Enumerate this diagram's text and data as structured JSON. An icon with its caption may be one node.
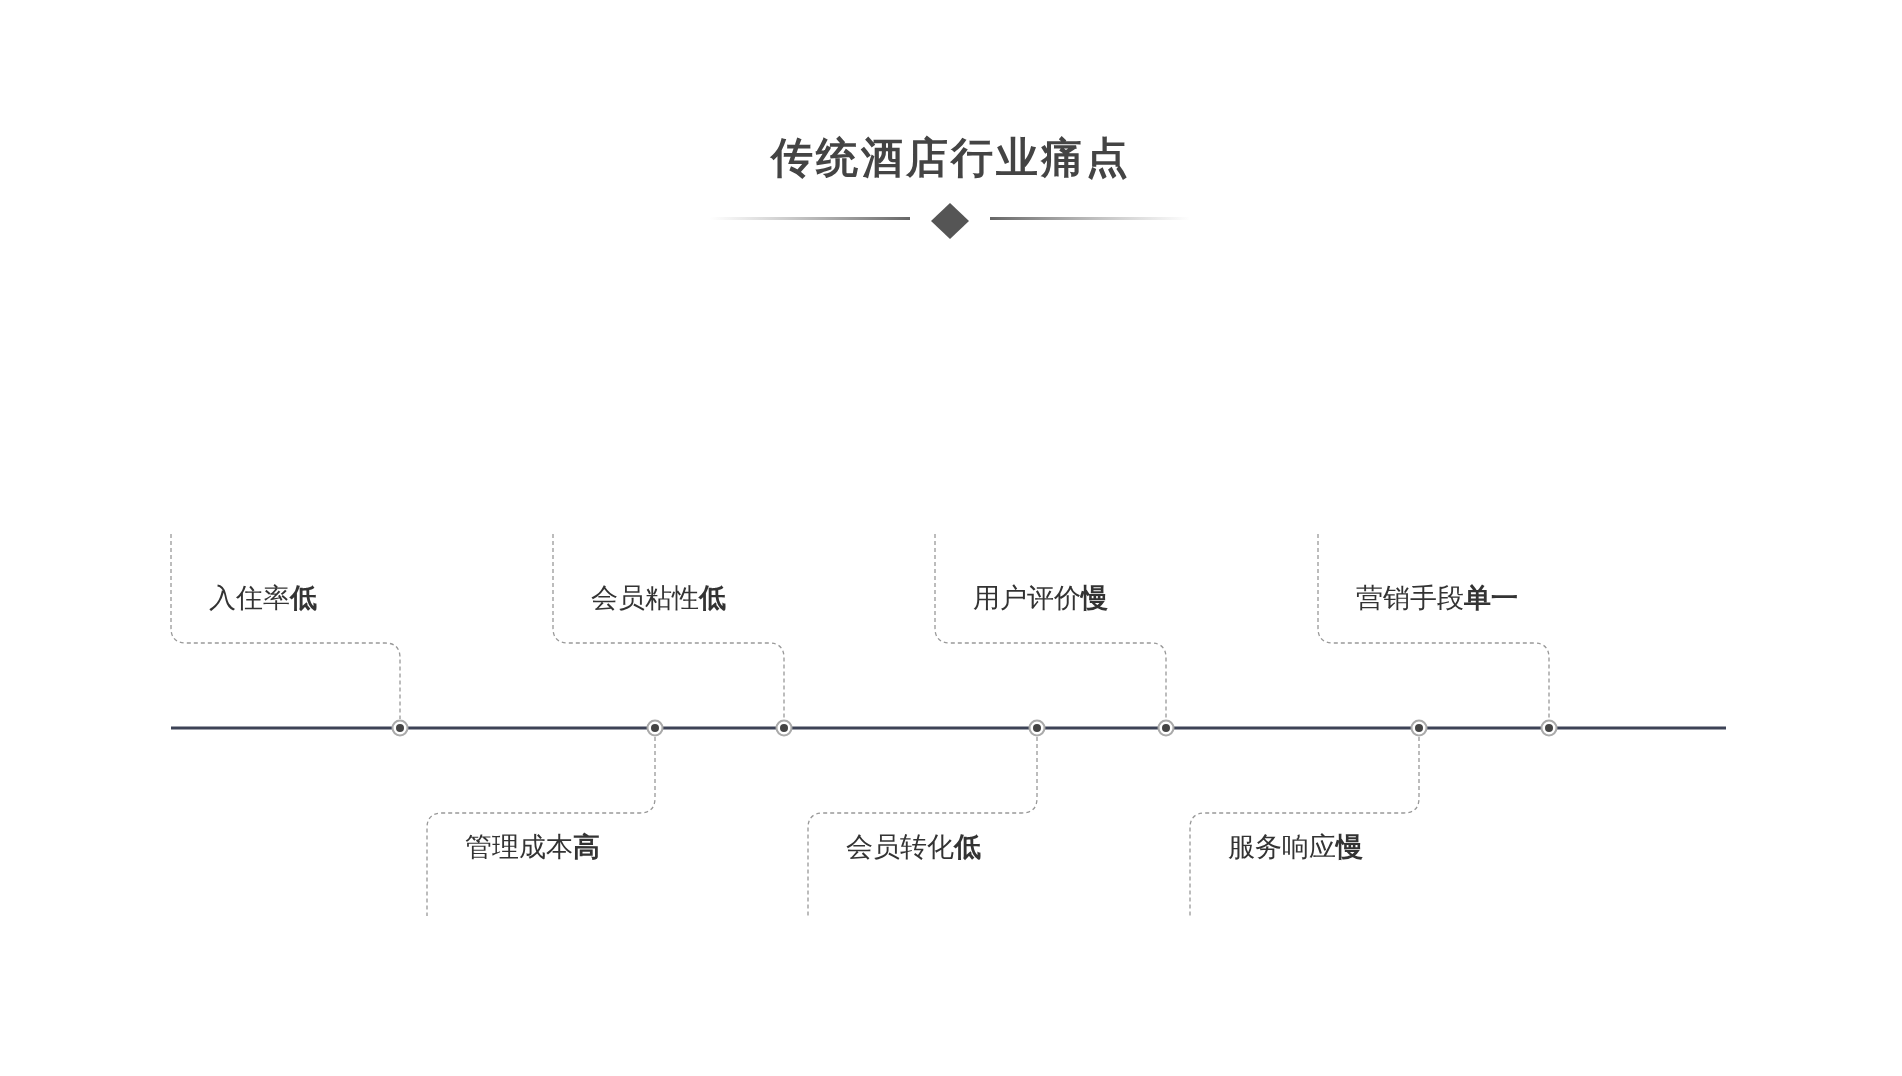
{
  "diagram": {
    "title": "传统酒店行业痛点",
    "nodes": [
      {
        "text": [
          "入住率**低**"
        ]
      },
      {
        "text": [
          "管理成本**高**"
        ]
      },
      {
        "text": [
          "会员粘性**低**"
        ]
      },
      {
        "text": [
          "会员转化**低**"
        ]
      },
      {
        "text": [
          "用户评价**慢**"
        ]
      },
      {
        "text": [
          "服务响应**慢**"
        ]
      },
      {
        "text": [
          "营销手段**单一**"
        ]
      },
      {
        "text": [],
        "shape": "circle"
      },
      {
        "text": [],
        "shape": "circle"
      },
      {
        "text": [],
        "shape": "circle"
      },
      {
        "text": [],
        "shape": "circle"
      },
      {
        "text": [],
        "shape": "circle"
      },
      {
        "text": [],
        "shape": "circle"
      },
      {
        "text": [],
        "shape": "circle"
      }
    ],
    "edges": [
      {
        "from": 0,
        "to": 7,
        "arrow": "none",
        "style": "dashed"
      },
      {
        "from": 1,
        "to": 8,
        "arrow": "none",
        "style": "dashed"
      },
      {
        "from": 2,
        "to": 9,
        "arrow": "none",
        "style": "dashed"
      },
      {
        "from": 3,
        "to": 10,
        "arrow": "none",
        "style": "dashed"
      },
      {
        "from": 4,
        "to": 11,
        "arrow": "none",
        "style": "dashed"
      },
      {
        "from": 5,
        "to": 12,
        "arrow": "none",
        "style": "dashed"
      },
      {
        "from": 6,
        "to": 13,
        "arrow": "none",
        "style": "dashed"
      }
    ]
  }
}
